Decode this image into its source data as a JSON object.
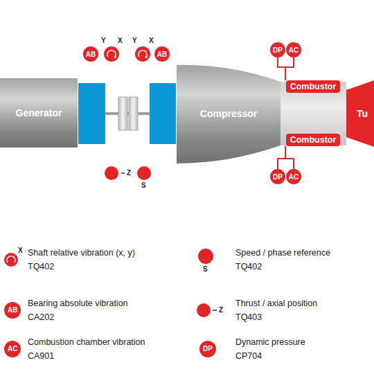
{
  "diagram": {
    "nodes": [
      {
        "text": [
          "AB"
        ]
      },
      {
        "text": [
          "AB"
        ]
      },
      {
        "text": [
          "DP"
        ]
      },
      {
        "text": [
          "AC"
        ]
      },
      {
        "text": [
          "Generator"
        ]
      },
      {
        "text": [
          "Compressor"
        ]
      },
      {
        "text": [
          "Combustor"
        ]
      },
      {
        "text": [
          "Combustor"
        ]
      },
      {
        "text": [
          "Tu"
        ]
      },
      {
        "text": [
          "DP"
        ]
      },
      {
        "text": [
          "AC"
        ]
      }
    ],
    "edges": [
      {
        "from": 2,
        "to": 6,
        "arrow": "none"
      },
      {
        "from": 3,
        "to": 6,
        "arrow": "none"
      },
      {
        "from": 9,
        "to": 7,
        "arrow": "none"
      },
      {
        "from": 10,
        "to": 7,
        "arrow": "none"
      }
    ],
    "labels": [
      "Y",
      "X",
      "Y",
      "X",
      "Z",
      "S",
      "X",
      "AB",
      "AC",
      "S",
      "Z",
      "DP"
    ],
    "legend": [
      {
        "text": "Shaft relative vibration (x, y) TQ402"
      },
      {
        "text": "Bearing absolute vibration CA202"
      },
      {
        "text": "Combustion chamber vibration CA901"
      },
      {
        "text": "Speed / phase reference TQ402"
      },
      {
        "text": "Thrust / axial position TQ403"
      },
      {
        "text": "Dynamic pressure CP704"
      }
    ]
  }
}
